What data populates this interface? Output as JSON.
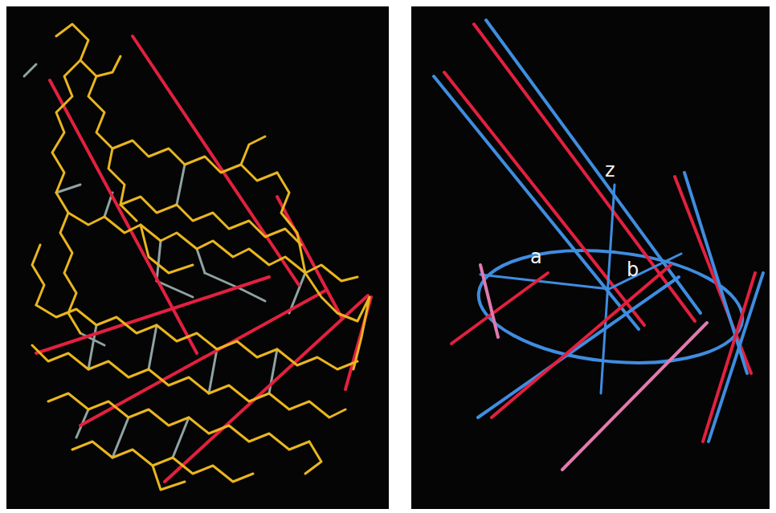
{
  "diagram": {
    "labels": [
      "z",
      "a",
      "b"
    ]
  }
}
